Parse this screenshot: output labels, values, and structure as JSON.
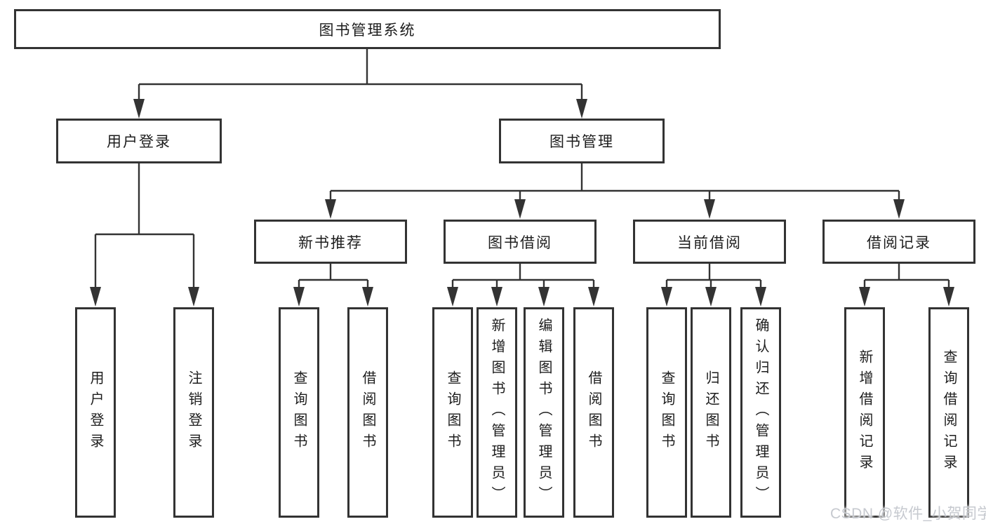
{
  "diagram": {
    "root": {
      "label": "图书管理系统"
    },
    "level2": {
      "user_login": {
        "label": "用户登录"
      },
      "book_management": {
        "label": "图书管理"
      }
    },
    "level3": {
      "new_book_recommend": {
        "label": "新书推荐"
      },
      "book_borrowing": {
        "label": "图书借阅"
      },
      "current_borrowing": {
        "label": "当前借阅"
      },
      "borrowing_records": {
        "label": "借阅记录"
      }
    },
    "leaves": {
      "user_login_children": [
        {
          "label": "用户登录"
        },
        {
          "label": "注销登录"
        }
      ],
      "new_book_children": [
        {
          "label": "查询图书"
        },
        {
          "label": "借阅图书"
        }
      ],
      "book_borrowing_children": [
        {
          "label": "查询图书"
        },
        {
          "label": "新增图书（管理员）"
        },
        {
          "label": "编辑图书（管理员）"
        },
        {
          "label": "借阅图书"
        }
      ],
      "current_borrowing_children": [
        {
          "label": "查询图书"
        },
        {
          "label": "归还图书"
        },
        {
          "label": "确认归还（管理员）"
        }
      ],
      "borrowing_records_children": [
        {
          "label": "新增借阅记录"
        },
        {
          "label": "查询借阅记录"
        }
      ]
    }
  },
  "watermark": {
    "text": "CSDN @软件_小贺同学"
  },
  "colors": {
    "line": "#333333",
    "text": "#1d1d1d",
    "watermark": "#c6c9cf",
    "background": "#ffffff"
  }
}
